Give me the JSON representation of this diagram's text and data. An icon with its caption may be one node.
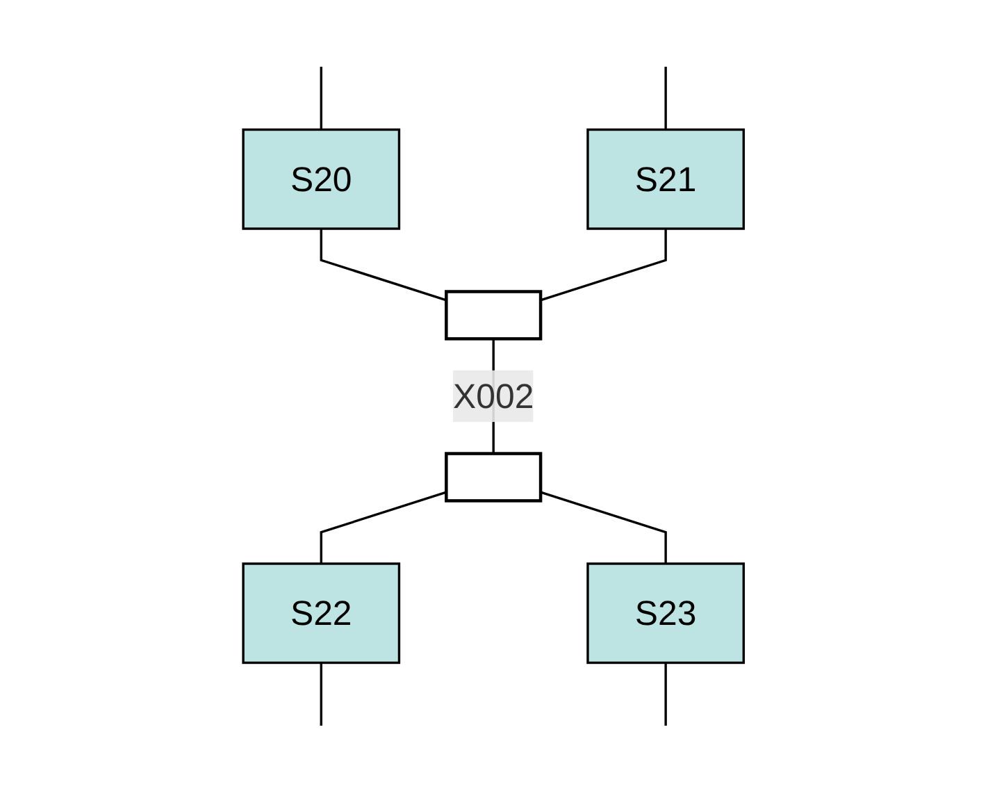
{
  "diagram": {
    "nodes": [
      {
        "text": [
          "S20"
        ]
      },
      {
        "text": [
          "S21"
        ]
      },
      {
        "text": [],
        "shape": "bar"
      },
      {
        "text": [],
        "shape": "bar"
      },
      {
        "text": [
          "S22"
        ]
      },
      {
        "text": [
          "S23"
        ]
      }
    ],
    "edges": [
      {
        "from": null,
        "to": 0,
        "arrow": "none"
      },
      {
        "from": null,
        "to": 1,
        "arrow": "none"
      },
      {
        "from": 0,
        "to": 2,
        "arrow": "none"
      },
      {
        "from": 1,
        "to": 2,
        "arrow": "none"
      },
      {
        "from": 2,
        "to": 3,
        "label": "X002",
        "arrow": "none"
      },
      {
        "from": 3,
        "to": 4,
        "arrow": "none"
      },
      {
        "from": 3,
        "to": 5,
        "arrow": "none"
      },
      {
        "from": 4,
        "to": null,
        "arrow": "none"
      },
      {
        "from": 5,
        "to": null,
        "arrow": "none"
      }
    ]
  }
}
